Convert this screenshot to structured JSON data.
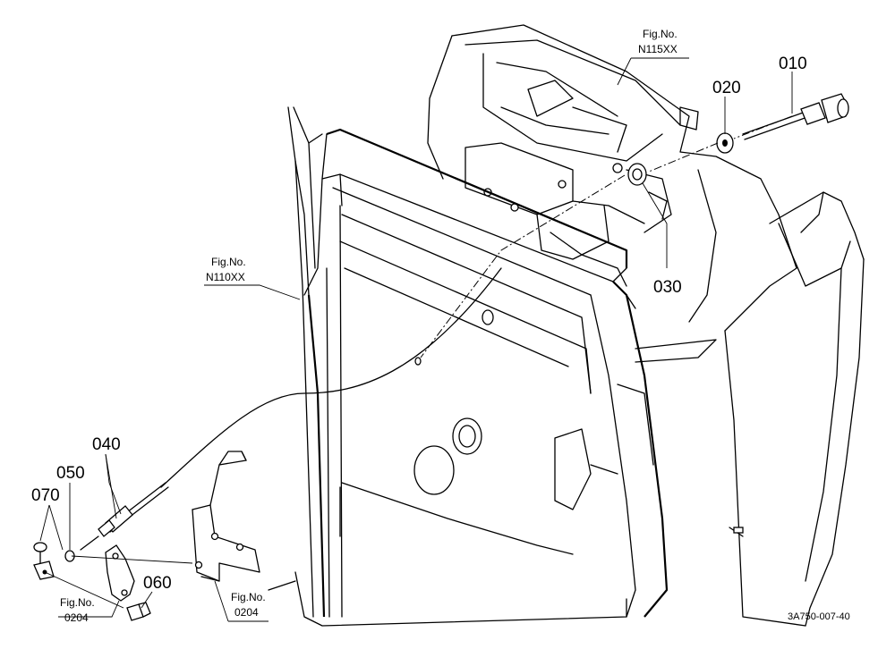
{
  "callouts": {
    "p010": "010",
    "p020": "020",
    "p030": "030",
    "p040": "040",
    "p050": "050",
    "p060": "060",
    "p070": "070"
  },
  "figure_refs": {
    "n115": {
      "line1": "Fig.No.",
      "line2": "N115XX"
    },
    "n110": {
      "line1": "Fig.No.",
      "line2": "N110XX"
    },
    "bracket_0204": {
      "line1": "Fig.No.",
      "line2": "0204"
    },
    "bottom_0204": {
      "line1": "Fig.No.",
      "line2": "0204"
    }
  },
  "drawing_code": "3A750-007-40"
}
